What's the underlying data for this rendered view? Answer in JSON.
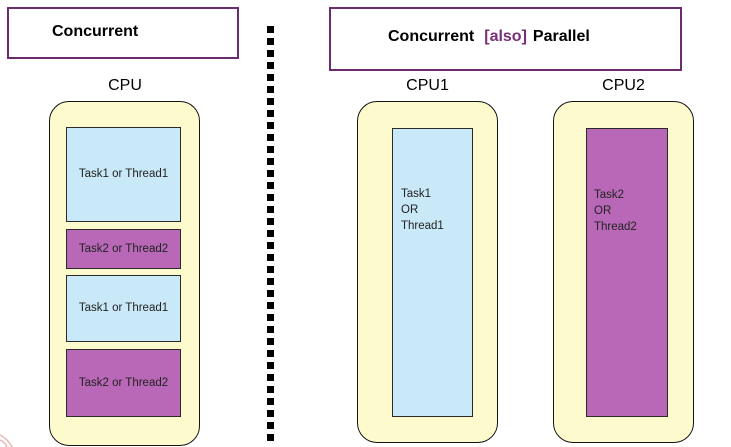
{
  "left_panel": {
    "title": "Concurrent",
    "cpu_label": "CPU",
    "tasks": [
      {
        "label": "Task1 or Thread1",
        "color": "#c9e9f8"
      },
      {
        "label": "Task2 or Thread2",
        "color": "#b968b7"
      },
      {
        "label": "Task1 or Thread1",
        "color": "#c9e9f8"
      },
      {
        "label": "Task2 or Thread2",
        "color": "#b968b7"
      }
    ]
  },
  "right_panel": {
    "title_part1": "Concurrent",
    "title_also": "[also]",
    "title_part2": "Parallel",
    "cpu1_label": "CPU1",
    "cpu2_label": "CPU2",
    "cpu1_task": {
      "line1": "Task1",
      "line2": "OR",
      "line3": "Thread1",
      "color": "#c9e9f8"
    },
    "cpu2_task": {
      "line1": "Task2",
      "line2": "OR",
      "line3": "Thread2",
      "color": "#b968b7"
    }
  },
  "colors": {
    "title_border": "#6b2c6f",
    "also_text": "#7a2f78",
    "cpu_fill": "#fdfbcd",
    "thread1_fill": "#c9e9f8",
    "thread2_fill": "#b968b7"
  }
}
